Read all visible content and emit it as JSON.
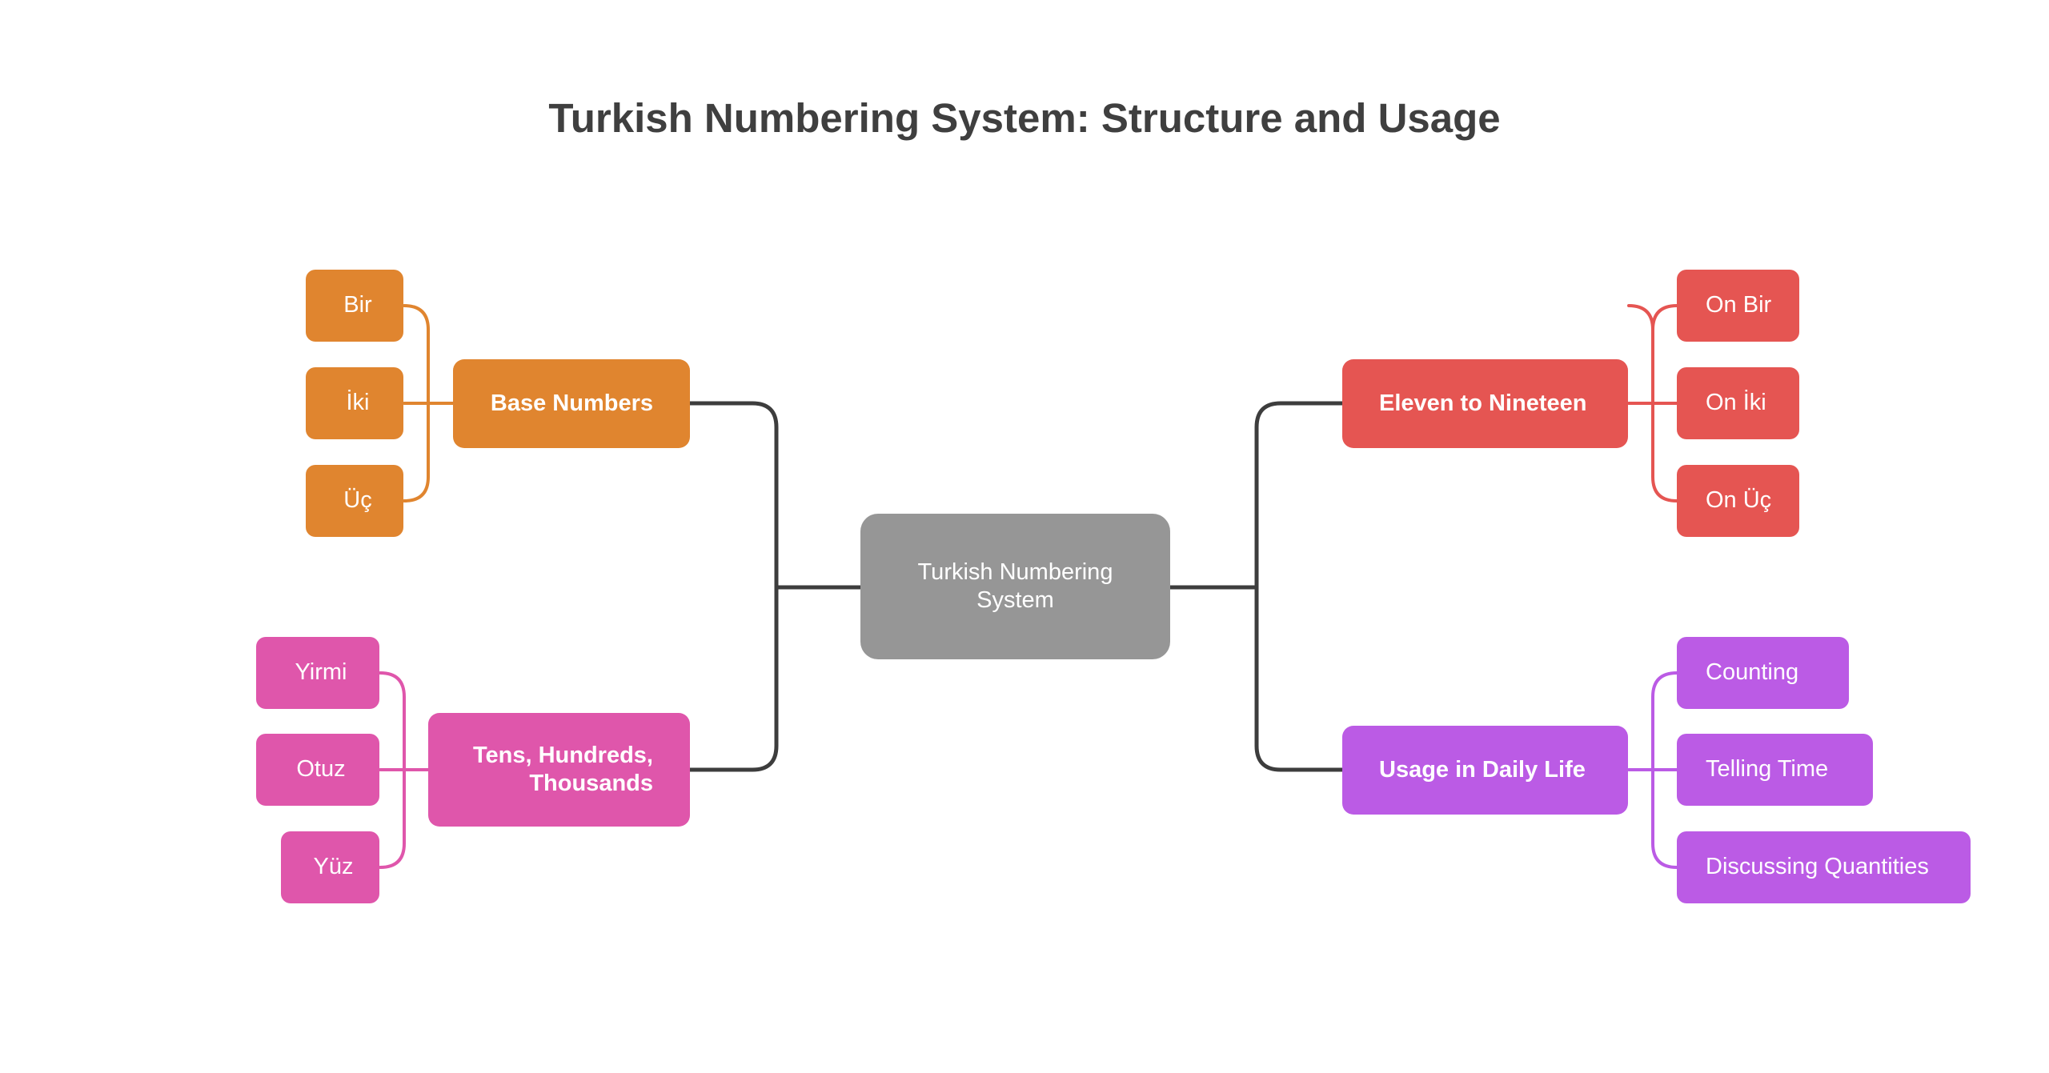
{
  "title": "Turkish Numbering System: Structure and Usage",
  "center": {
    "label": "Turkish Numbering System"
  },
  "branches": {
    "base_numbers": {
      "label": "Base Numbers",
      "color": "#e0852f",
      "items": [
        "Bir",
        "İki",
        "Üç"
      ]
    },
    "tens_hundreds": {
      "label": "Tens, Hundreds, Thousands",
      "color": "#df56ab",
      "items": [
        "Yirmi",
        "Otuz",
        "Yüz"
      ]
    },
    "eleven_nineteen": {
      "label": "Eleven to Nineteen",
      "color": "#e55552",
      "items": [
        "On Bir",
        "On İki",
        "On Üç"
      ]
    },
    "daily_life": {
      "label": "Usage in Daily Life",
      "color": "#bb5be5",
      "items": [
        "Counting",
        "Telling Time",
        "Discussing Quantities"
      ]
    }
  },
  "connector_color": "#3d3d3d"
}
